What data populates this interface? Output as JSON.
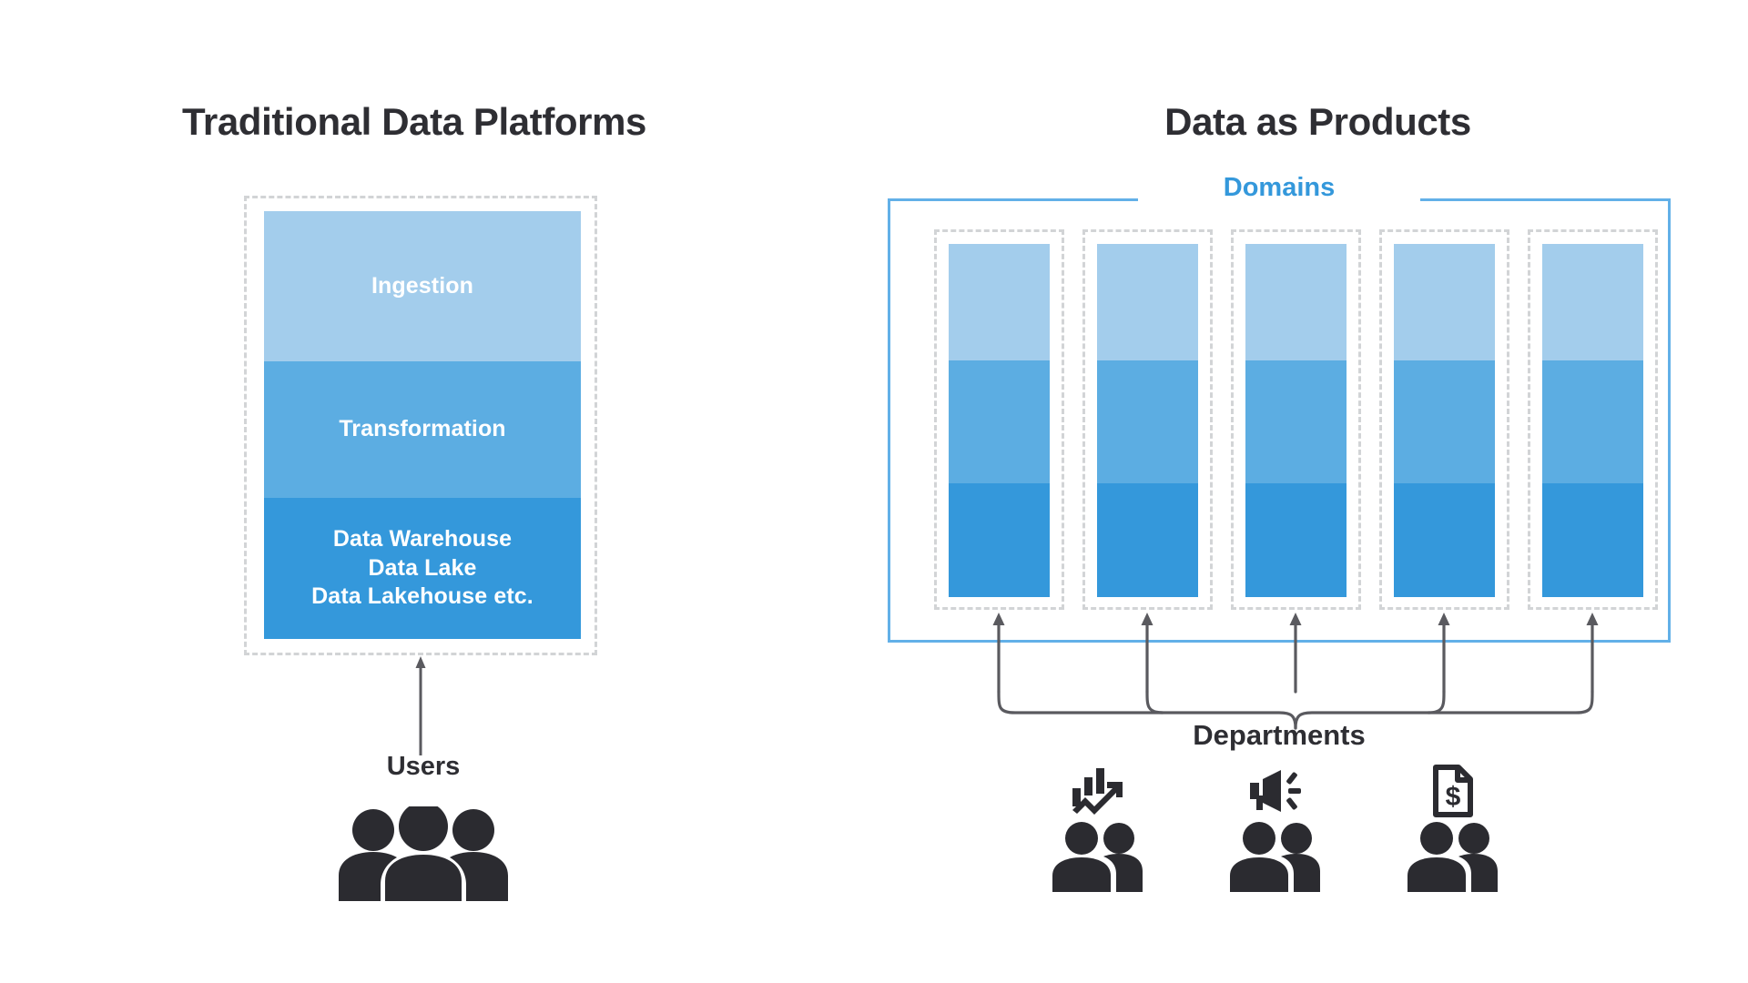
{
  "panels": {
    "left": {
      "title": "Traditional Data Platforms",
      "layers": [
        {
          "label": "Ingestion",
          "color": "#a3cdec"
        },
        {
          "label": "Transformation",
          "color": "#5cade2"
        },
        {
          "label": "Data Warehouse\nData Lake\nData Lakehouse etc.",
          "color": "#3498db"
        }
      ],
      "storage_lines": [
        "Data Warehouse",
        "Data Lake",
        "Data Lakehouse etc."
      ],
      "users_label": "Users",
      "users_icon": "users-group-icon",
      "arrow_icon": "arrow-up-icon"
    },
    "right": {
      "title": "Data as Products",
      "domains_legend": "Domains",
      "domains_border_color": "#62b0e8",
      "domain_count": 5,
      "domain_bands": [
        {
          "name": "ingestion-band",
          "color": "#a3cdec"
        },
        {
          "name": "transformation-band",
          "color": "#5cade2"
        },
        {
          "name": "storage-band",
          "color": "#3498db"
        }
      ],
      "departments_label": "Departments",
      "departments": [
        {
          "icon": "analytics-chart-icon",
          "people_icon": "two-people-icon"
        },
        {
          "icon": "megaphone-icon",
          "people_icon": "two-people-icon"
        },
        {
          "icon": "invoice-dollar-icon",
          "people_icon": "two-people-icon"
        }
      ],
      "connector_color": "#5a5a5f"
    }
  },
  "theme": {
    "background": "#ffffff",
    "text_color": "#2e2e33",
    "dashed_border": "#d2d4d6",
    "accent_blue": "#3498db"
  }
}
